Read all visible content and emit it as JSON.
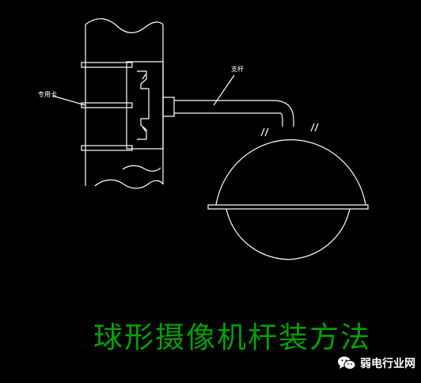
{
  "title": "球形摄像机杆装方法",
  "labels": {
    "bracket": "专用卡",
    "arm": "支杆"
  },
  "watermark": {
    "icon": "wechat-icon",
    "text": "弱电行业网"
  },
  "colors": {
    "background": "#000000",
    "lines": "#ffffff",
    "title": "#00a000",
    "watermark": "#ffffff"
  }
}
